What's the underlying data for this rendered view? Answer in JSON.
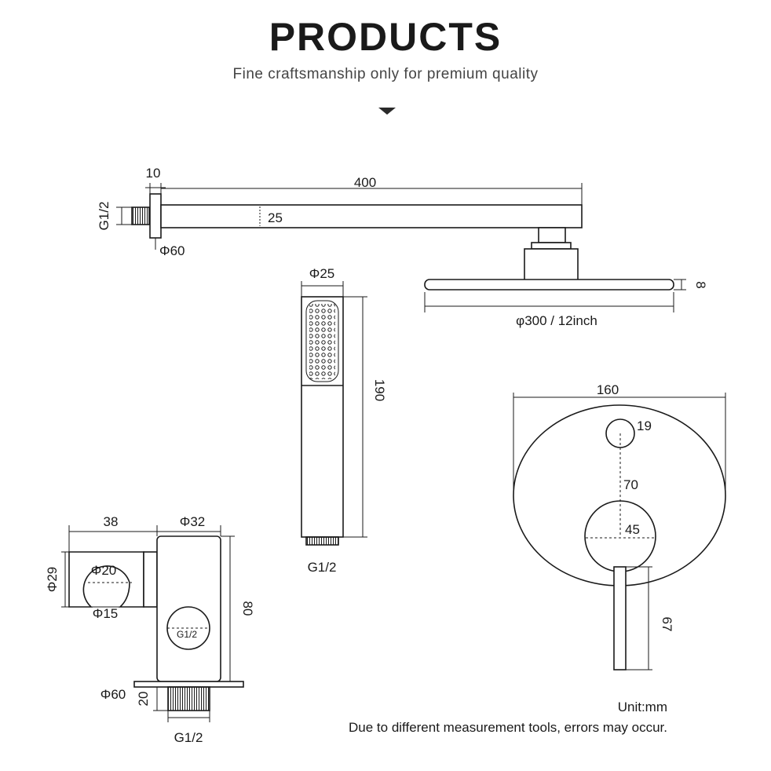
{
  "header": {
    "title": "PRODUCTS",
    "subtitle": "Fine craftsmanship only for premium quality"
  },
  "shower_arm": {
    "flange_thickness": "10",
    "length": "400",
    "thread": "G1/2",
    "height": "25",
    "flange_diameter": "Φ60"
  },
  "rain_head": {
    "thickness": "8",
    "diameter": "φ300 / 12inch"
  },
  "hand_shower": {
    "diameter": "Φ25",
    "length": "190",
    "thread": "G1/2"
  },
  "mixer_valve": {
    "plate_diameter": "160",
    "diverter_diameter": "19",
    "center_distance": "70",
    "handle_base_diameter": "45",
    "lever_length": "67"
  },
  "holder_outlet": {
    "holder_width": "38",
    "outlet_diameter": "Φ32",
    "holder_height": "Φ29",
    "holder_hole": "Φ20",
    "holder_slot": "Φ15",
    "outlet_height": "80",
    "outlet_thread_label": "G1/2",
    "flange_diameter": "Φ60",
    "thread_length": "20",
    "thread": "G1/2"
  },
  "footer": {
    "unit": "Unit:mm",
    "disclaimer": "Due to different measurement tools, errors may occur."
  },
  "colors": {
    "line": "#1a1a1a",
    "background": "#ffffff"
  }
}
